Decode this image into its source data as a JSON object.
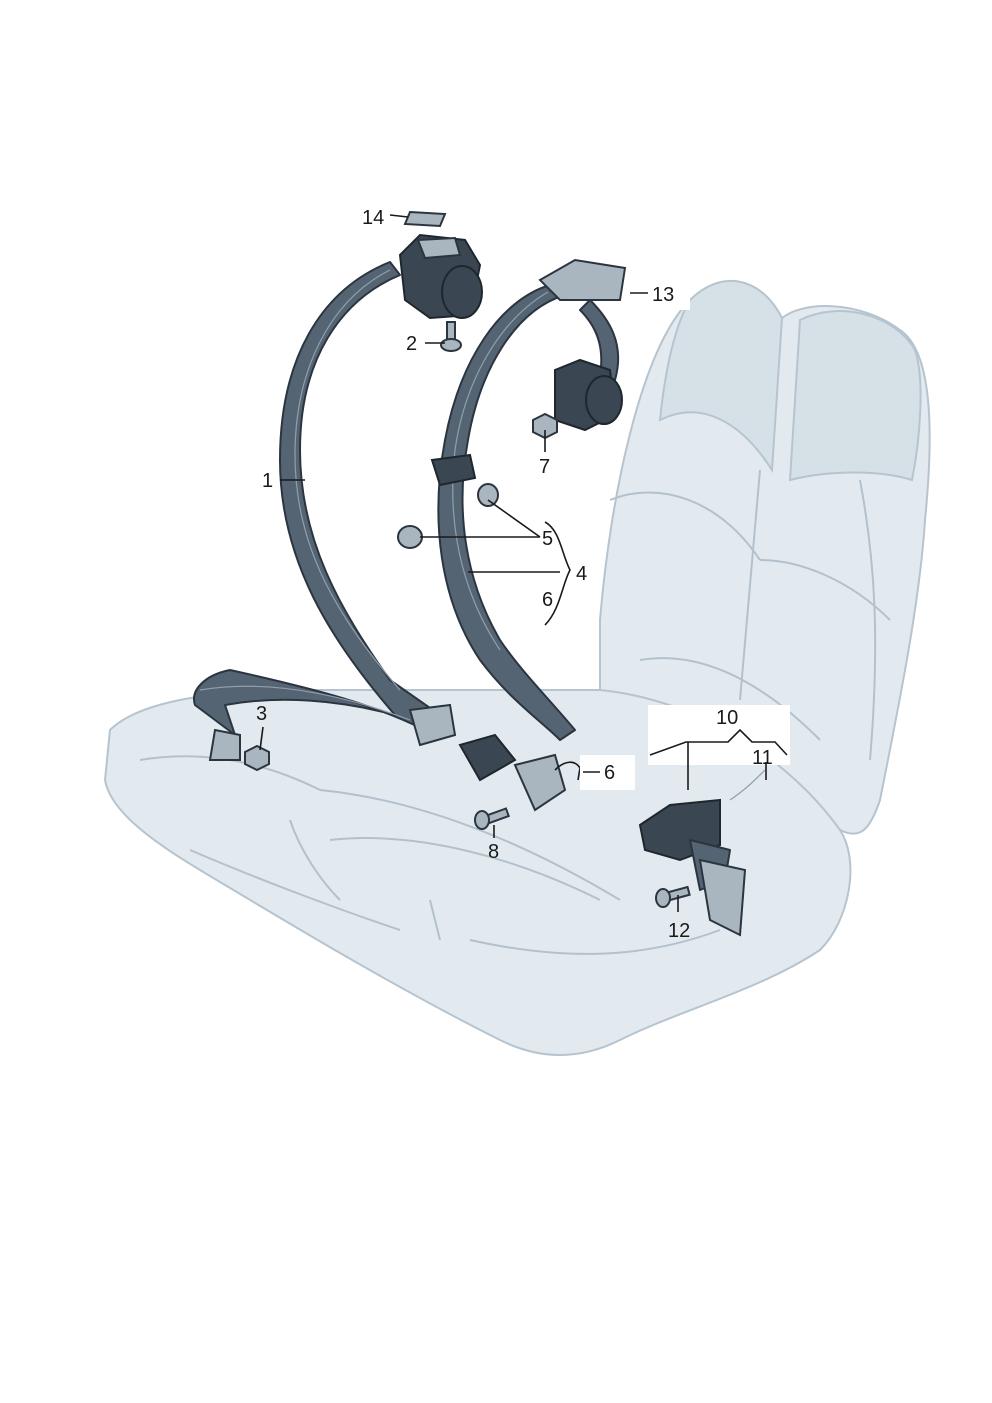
{
  "diagram": {
    "callouts": [
      {
        "id": "c1",
        "text": "1"
      },
      {
        "id": "c2",
        "text": "2"
      },
      {
        "id": "c3",
        "text": "3"
      },
      {
        "id": "c4",
        "text": "4"
      },
      {
        "id": "c5",
        "text": "5"
      },
      {
        "id": "c6a",
        "text": "6"
      },
      {
        "id": "c6b",
        "text": "6"
      },
      {
        "id": "c7",
        "text": "7"
      },
      {
        "id": "c8",
        "text": "8"
      },
      {
        "id": "c10",
        "text": "10"
      },
      {
        "id": "c11",
        "text": "11"
      },
      {
        "id": "c12",
        "text": "12"
      },
      {
        "id": "c13",
        "text": "13"
      },
      {
        "id": "c14",
        "text": "14"
      }
    ],
    "colors": {
      "belt": "#556472",
      "seat": "#e3eaef",
      "outline": "#2b3540"
    }
  }
}
